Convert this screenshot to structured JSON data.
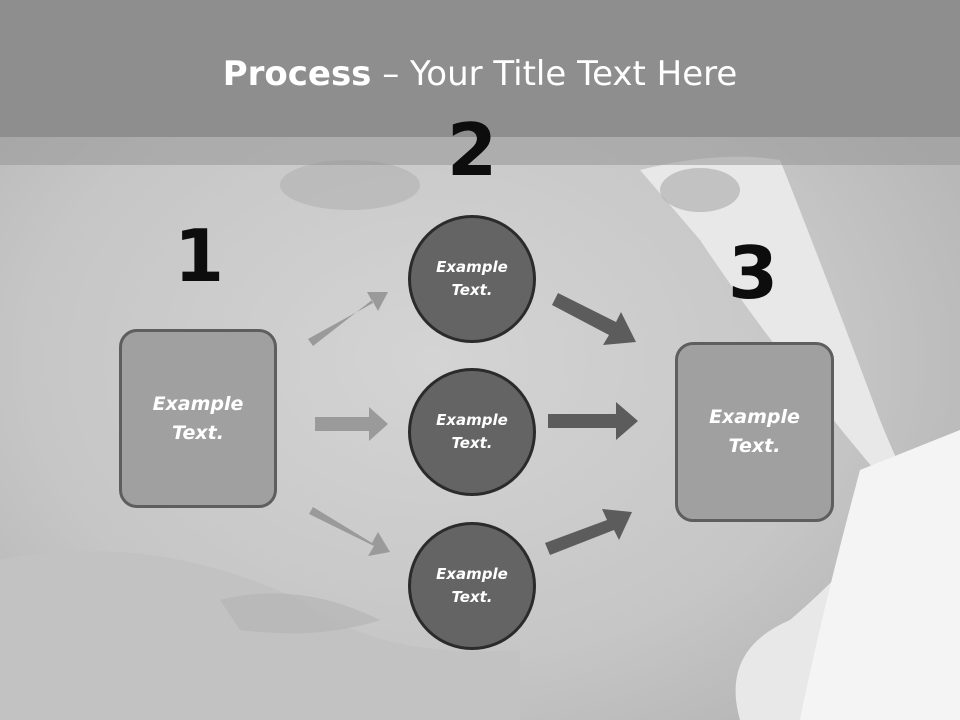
{
  "title": {
    "bold": "Process",
    "rest": " – Your Title Text Here"
  },
  "steps": {
    "one": {
      "number": "1",
      "text": "Example\nText."
    },
    "two": {
      "number": "2",
      "circles": [
        {
          "text": "Example\nText."
        },
        {
          "text": "Example\nText."
        },
        {
          "text": "Example\nText."
        }
      ]
    },
    "three": {
      "number": "3",
      "text": "Example\nText."
    }
  },
  "colors": {
    "arrow_light": "#9a9a9a",
    "arrow_dark": "#5c5c5c",
    "circle_fill": "#646464",
    "box_fill": "#a0a0a0",
    "title_band": "#8e8e8e"
  }
}
